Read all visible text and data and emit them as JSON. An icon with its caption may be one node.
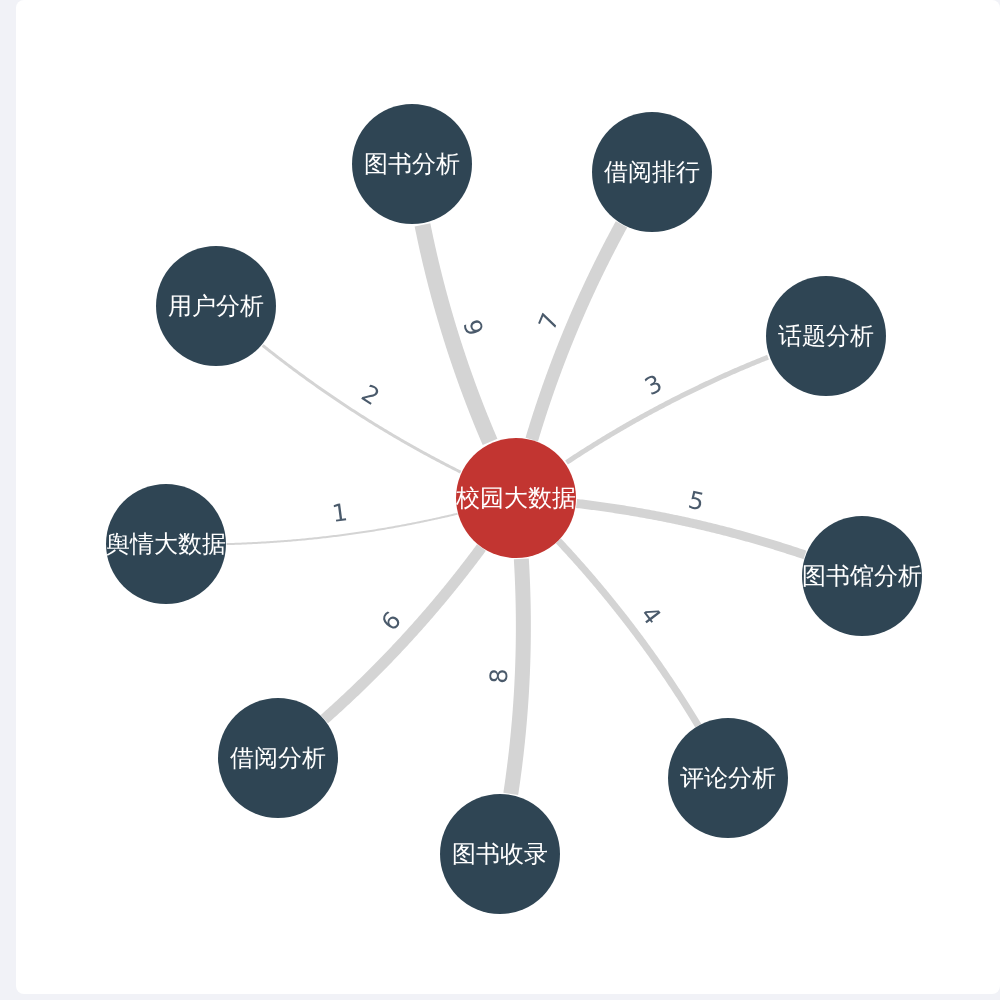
{
  "diagram": {
    "nodes": [
      {
        "text": [
          "图书分析"
        ]
      },
      {
        "text": [
          "借阅排行"
        ]
      },
      {
        "text": [
          "用户分析"
        ]
      },
      {
        "text": [
          "话题分析"
        ]
      },
      {
        "text": [
          "校园大数据"
        ]
      },
      {
        "text": [
          "舆情大数据"
        ]
      },
      {
        "text": [
          "图书馆分析"
        ]
      },
      {
        "text": [
          "借阅分析"
        ]
      },
      {
        "text": [
          "评论分析"
        ]
      },
      {
        "text": [
          "图书收录"
        ]
      }
    ],
    "edges": [
      {
        "from": 4,
        "to": 0,
        "arrow": "none",
        "label": "9"
      },
      {
        "from": 4,
        "to": 1,
        "arrow": "none",
        "label": "7"
      },
      {
        "from": 4,
        "to": 2,
        "arrow": "none",
        "label": "2"
      },
      {
        "from": 4,
        "to": 3,
        "arrow": "none",
        "label": "3"
      },
      {
        "from": 4,
        "to": 5,
        "arrow": "none",
        "label": "1"
      },
      {
        "from": 4,
        "to": 6,
        "arrow": "none",
        "label": "5"
      },
      {
        "from": 4,
        "to": 7,
        "arrow": "none",
        "label": "6"
      },
      {
        "from": 4,
        "to": 8,
        "arrow": "none",
        "label": "4"
      },
      {
        "from": 4,
        "to": 9,
        "arrow": "none",
        "label": "8"
      }
    ]
  }
}
